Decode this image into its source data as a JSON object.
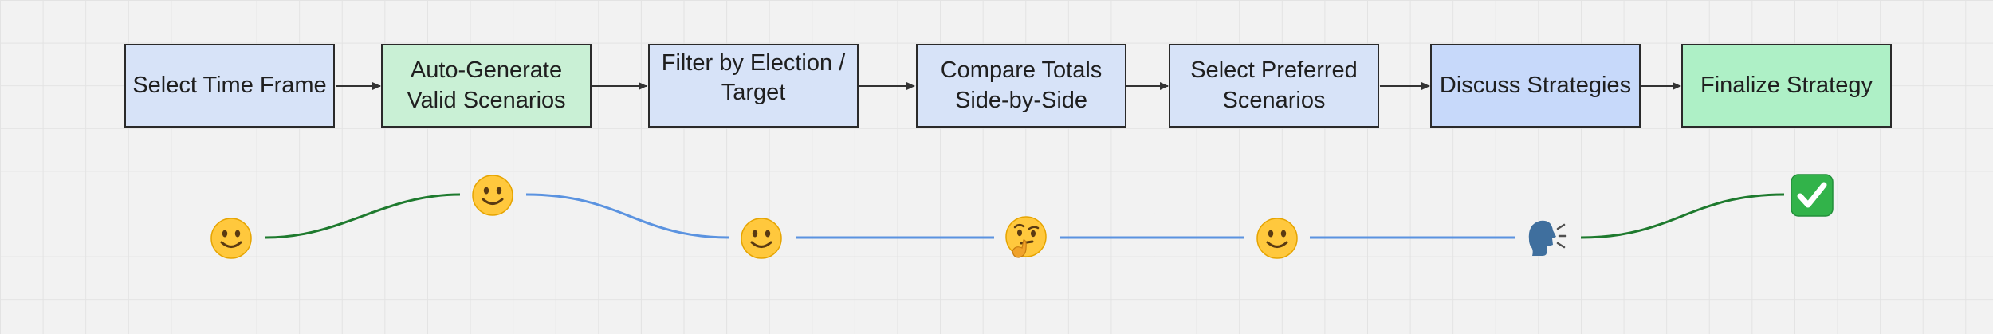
{
  "diagram": {
    "steps": [
      {
        "label": "Select Time Frame",
        "fill": "#d7e3f8"
      },
      {
        "label": "Auto-Generate Valid Scenarios",
        "fill": "#c9f0d5"
      },
      {
        "label": "Filter by Election / Target",
        "fill": "#d7e3f8"
      },
      {
        "label": "Compare Totals Side-by-Side",
        "fill": "#d7e3f8"
      },
      {
        "label": "Select Preferred Scenarios",
        "fill": "#d7e3f8"
      },
      {
        "label": "Discuss Strategies",
        "fill": "#c7d9fa"
      },
      {
        "label": "Finalize Strategy",
        "fill": "#aef0c6"
      }
    ],
    "sentiment_markers": [
      {
        "icon": "slightly-smiling-face-icon"
      },
      {
        "icon": "slightly-smiling-face-icon"
      },
      {
        "icon": "slightly-smiling-face-icon"
      },
      {
        "icon": "thinking-face-icon"
      },
      {
        "icon": "slightly-smiling-face-icon"
      },
      {
        "icon": "speaking-head-icon"
      },
      {
        "icon": "check-mark-button-icon"
      }
    ],
    "colors": {
      "border": "#2a2a2a",
      "arrow": "#333333",
      "positive_line": "#1e7a2e",
      "neutral_line": "#5b93e0"
    }
  }
}
